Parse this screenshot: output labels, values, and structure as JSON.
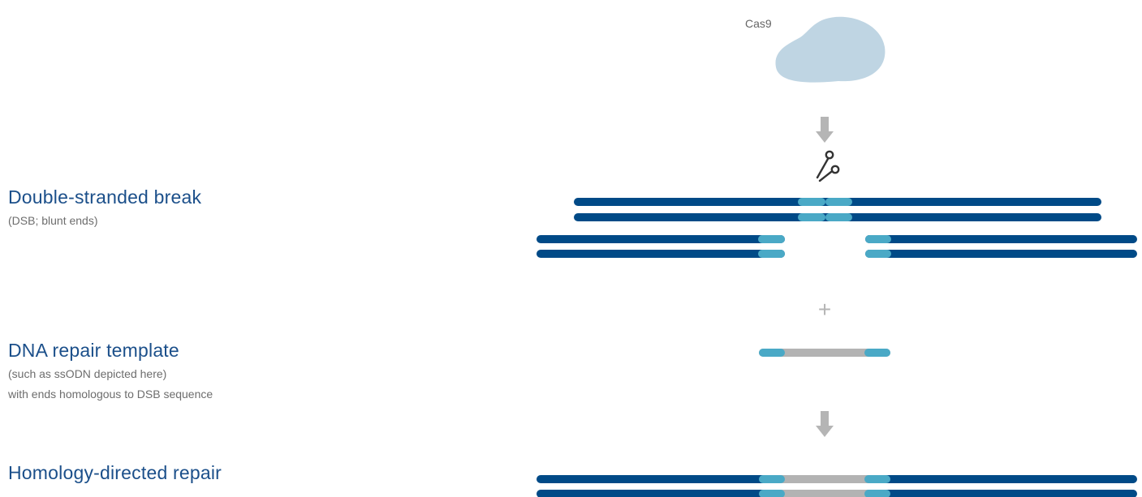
{
  "protein": {
    "label": "Cas9"
  },
  "sections": {
    "dsb": {
      "title": "Double-stranded break",
      "subtitle": "(DSB; blunt ends)"
    },
    "template": {
      "title": "DNA repair template",
      "subtitle_line1": "(such as ssODN depicted here)",
      "subtitle_line2": "with ends homologous to DSB sequence"
    },
    "hdr": {
      "title": "Homology-directed repair"
    }
  },
  "symbols": {
    "plus": "+"
  },
  "icons": [
    "arrow-down-icon",
    "scissors-icon"
  ],
  "colors": {
    "dna_strand": "#004a87",
    "homology_arm": "#4aa9c6",
    "insert": "#b3b3b3",
    "cas9": "#bfd5e3",
    "arrow": "#b5b5b5",
    "heading": "#1b4f8a",
    "subtext": "#6d6d6d"
  }
}
